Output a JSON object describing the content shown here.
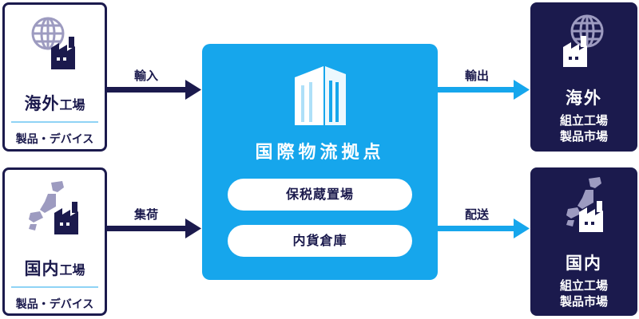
{
  "left_boxes": {
    "overseas_factory": {
      "title_big": "海外",
      "title_small": "工場",
      "subtitle": "製品・デバイス"
    },
    "domestic_factory": {
      "title_big": "国内",
      "title_small": "工場",
      "subtitle": "製品・デバイス"
    }
  },
  "hub": {
    "title": "国際物流拠点",
    "services": [
      "保税蔵置場",
      "内貨倉庫"
    ]
  },
  "right_boxes": {
    "overseas": {
      "title": "海外",
      "sub_line1": "組立工場",
      "sub_line2": "製品市場"
    },
    "domestic": {
      "title": "国内",
      "sub_line1": "組立工場",
      "sub_line2": "製品市場"
    }
  },
  "arrows": {
    "import": "輸入",
    "collect": "集荷",
    "export": "輸出",
    "deliver": "配送"
  },
  "colors": {
    "navy": "#1b1a4d",
    "hub_blue": "#16a6ec",
    "light_blue": "#8fd3f5",
    "globe_gray": "#9d9bc0"
  },
  "icons": [
    "globe-factory-icon",
    "japan-map-factory-icon",
    "warehouse-building-icon"
  ]
}
